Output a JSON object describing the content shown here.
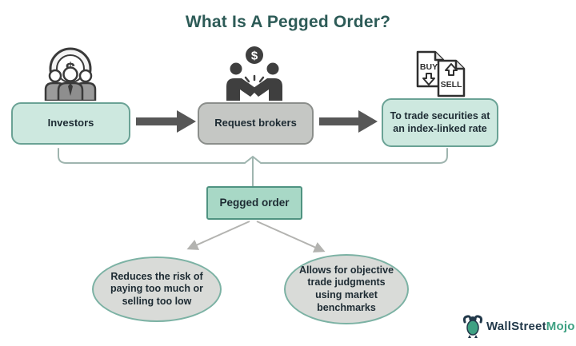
{
  "title": "What Is A Pegged Order?",
  "flow": {
    "investors_label": "Investors",
    "brokers_label": "Request brokers",
    "securities_label": "To trade securities at an index-linked rate",
    "pegged_label": "Pegged order",
    "outcome_left_label": "Reduces the risk of paying too much or selling too low",
    "outcome_right_label": "Allows for objective trade judgments using market benchmarks"
  },
  "icons": {
    "investors": "investors-group-dollar-icon",
    "brokers": "handshake-dollar-icon",
    "securities": "buy-sell-documents-icon",
    "buy_label": "BUY",
    "sell_label": "SELL",
    "dollar_symbol": "$"
  },
  "logo": {
    "name_primary": "WallStreet",
    "name_secondary": "Mojo"
  },
  "colors": {
    "title_text": "#2d5b57",
    "teal_box_fill": "#cde8df",
    "teal_box_border": "#6aa295",
    "gray_box_fill": "#c5c7c4",
    "gray_box_border": "#8b8e8b",
    "pegged_fill": "#a8d8c6",
    "pegged_border": "#4f9381",
    "ellipse_fill": "#d9dbd8",
    "ellipse_border": "#7cb2a4",
    "block_arrow": "#575757",
    "connector_line": "#9fb5af",
    "thin_arrow": "#b3b3b0",
    "logo_navy": "#22394a",
    "logo_teal": "#3fa183"
  }
}
